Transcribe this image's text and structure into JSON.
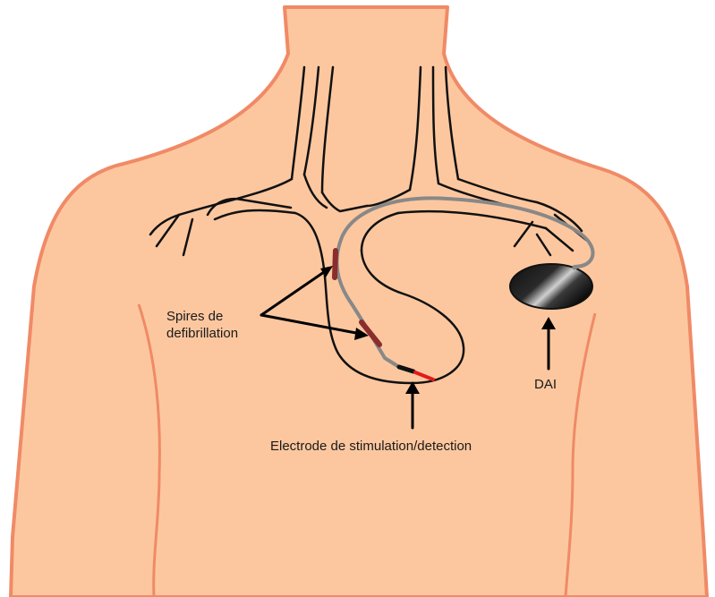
{
  "labels": {
    "coils_line1": "Spires de",
    "coils_line2": "defibrillation",
    "device": "DAI",
    "lead": "Electrode de stimulation/detection"
  },
  "colors": {
    "skin": "#fcc79f",
    "skin_outline": "#f08a66",
    "vessel_line": "#111111",
    "lead_wire": "#888888",
    "coil": "#8a2d2d",
    "tip": "#e21b1b",
    "device_dark": "#1c1c1c",
    "device_light": "#bdbdbd"
  }
}
